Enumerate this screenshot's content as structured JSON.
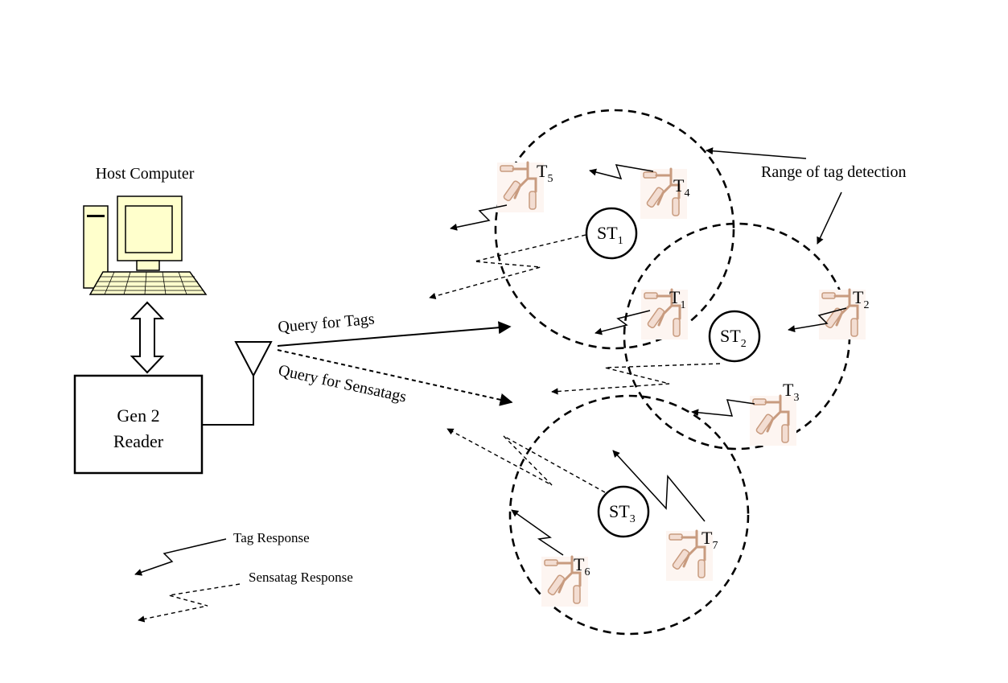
{
  "host": {
    "label": "Host Computer"
  },
  "reader": {
    "line1": "Gen 2",
    "line2": "Reader"
  },
  "queries": {
    "tags": "Query for Tags",
    "sensatags": "Query for Sensatags"
  },
  "range_label": "Range of tag detection",
  "sensatags": [
    {
      "base": "ST",
      "sub": "1"
    },
    {
      "base": "ST",
      "sub": "2"
    },
    {
      "base": "ST",
      "sub": "3"
    }
  ],
  "tags": [
    {
      "base": "T",
      "sub": "1"
    },
    {
      "base": "T",
      "sub": "2"
    },
    {
      "base": "T",
      "sub": "3"
    },
    {
      "base": "T",
      "sub": "4"
    },
    {
      "base": "T",
      "sub": "5"
    },
    {
      "base": "T",
      "sub": "6"
    },
    {
      "base": "T",
      "sub": "7"
    }
  ],
  "legend": {
    "tag_response": "Tag Response",
    "sensatag_response": "Sensatag Response"
  }
}
